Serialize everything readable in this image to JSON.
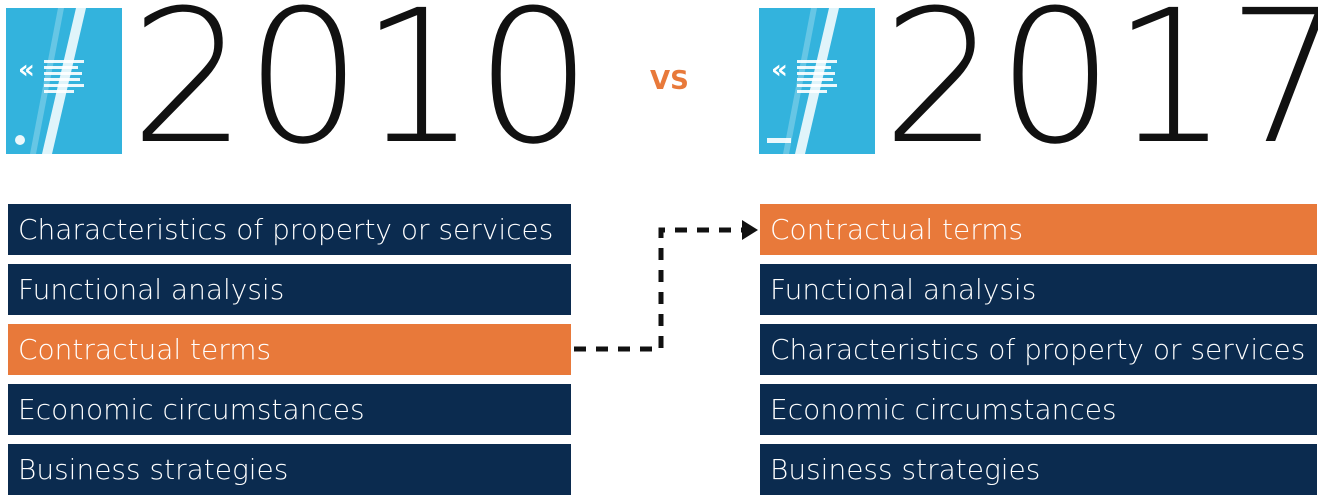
{
  "header": {
    "left_year": "2010",
    "vs_label": "VS",
    "right_year": "2017"
  },
  "left_list": [
    {
      "label": "Characteristics of property or services",
      "highlight": false
    },
    {
      "label": "Functional analysis",
      "highlight": false
    },
    {
      "label": "Contractual terms",
      "highlight": true
    },
    {
      "label": "Economic circumstances",
      "highlight": false
    },
    {
      "label": "Business strategies",
      "highlight": false
    }
  ],
  "right_list": [
    {
      "label": "Contractual terms",
      "highlight": true
    },
    {
      "label": "Functional analysis",
      "highlight": false
    },
    {
      "label": "Characteristics of property or services",
      "highlight": false
    },
    {
      "label": "Economic circumstances",
      "highlight": false
    },
    {
      "label": "Business strategies",
      "highlight": false
    }
  ],
  "colors": {
    "navy": "#0b2b4f",
    "orange": "#e8793a",
    "cover_blue": "#33b3dd"
  }
}
